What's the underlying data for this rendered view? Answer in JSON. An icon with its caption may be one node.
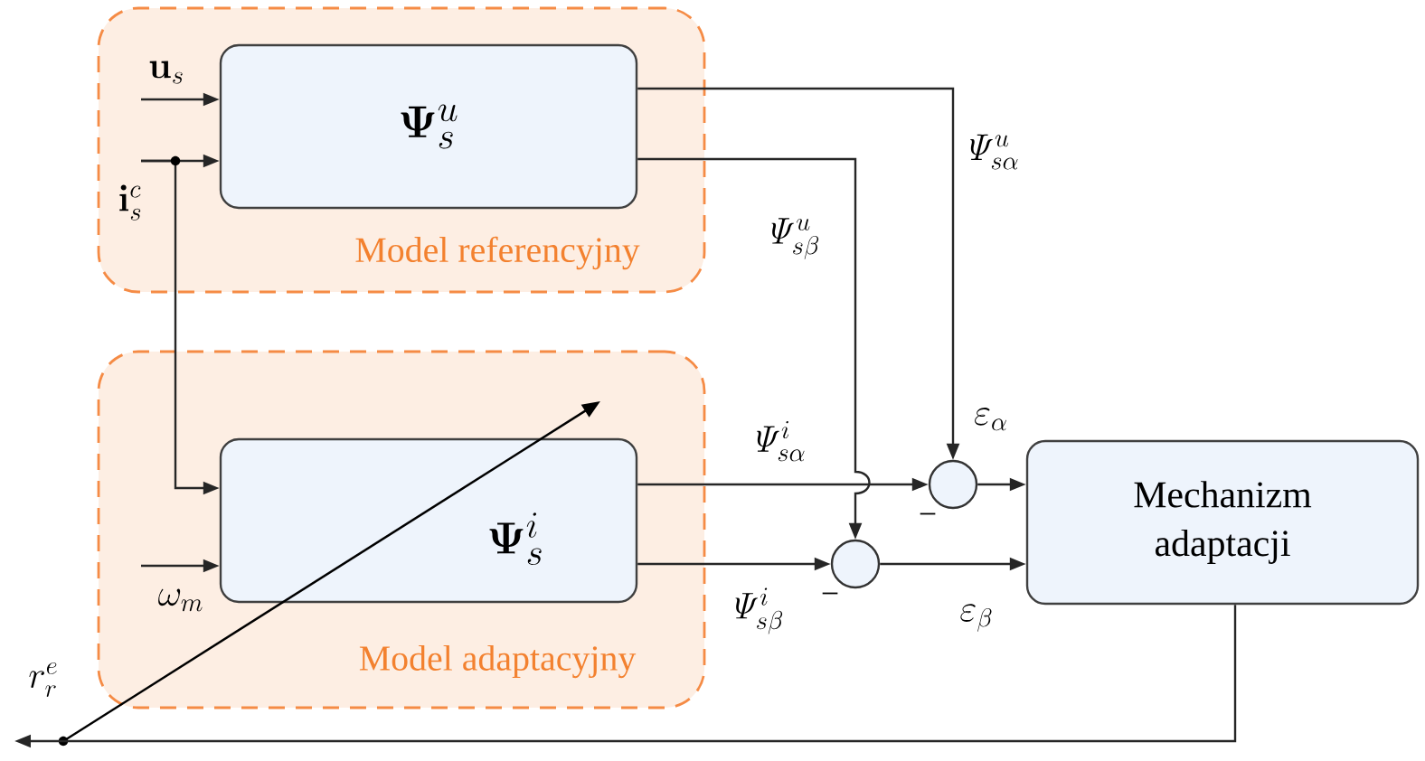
{
  "diagram": {
    "nodes": [
      {
        "text": [
          "Model referencyjny"
        ]
      },
      {
        "text": [
          "\\mathbf{\\Psi}_{s}^{u}"
        ],
        "in": 0
      },
      {
        "text": [
          "Model adaptacyjny"
        ]
      },
      {
        "text": [
          "\\mathbf{\\Psi}_{s}^{i}"
        ],
        "in": 2
      },
      {
        "text": [],
        "shape": "circle",
        "beside": [
          "−"
        ]
      },
      {
        "text": [],
        "shape": "circle",
        "beside": [
          "−"
        ]
      },
      {
        "text": [
          "Mechanizm adaptacji"
        ]
      }
    ],
    "edges": [
      {
        "from": null,
        "to": 1,
        "arrow": "to",
        "label": "\\mathbf{u}_{s}"
      },
      {
        "from": null,
        "to": 1,
        "arrow": "to",
        "label": "\\mathbf{i}_{s}^{c}"
      },
      {
        "from": null,
        "to": 3,
        "arrow": "to"
      },
      {
        "from": null,
        "to": 3,
        "arrow": "to",
        "label": "\\omega_{m}"
      },
      {
        "from": 1,
        "to": 4,
        "arrow": "to",
        "label": "\\mathit{\\Psi}_{s\\alpha}^{u}"
      },
      {
        "from": 1,
        "to": 5,
        "arrow": "to",
        "label": "\\mathit{\\Psi}_{s\\beta}^{u}"
      },
      {
        "from": 3,
        "to": 4,
        "arrow": "to",
        "label": "\\mathit{\\Psi}_{s\\alpha}^{i}"
      },
      {
        "from": 3,
        "to": 5,
        "arrow": "to",
        "label": "\\mathit{\\Psi}_{s\\beta}^{i}"
      },
      {
        "from": 4,
        "to": 6,
        "arrow": "to",
        "label": "\\varepsilon_{\\alpha}"
      },
      {
        "from": 5,
        "to": 6,
        "arrow": "to",
        "label": "\\varepsilon_{\\beta}"
      },
      {
        "from": 6,
        "to": null,
        "arrow": "to",
        "label": "r_{r}^{e}"
      }
    ]
  }
}
